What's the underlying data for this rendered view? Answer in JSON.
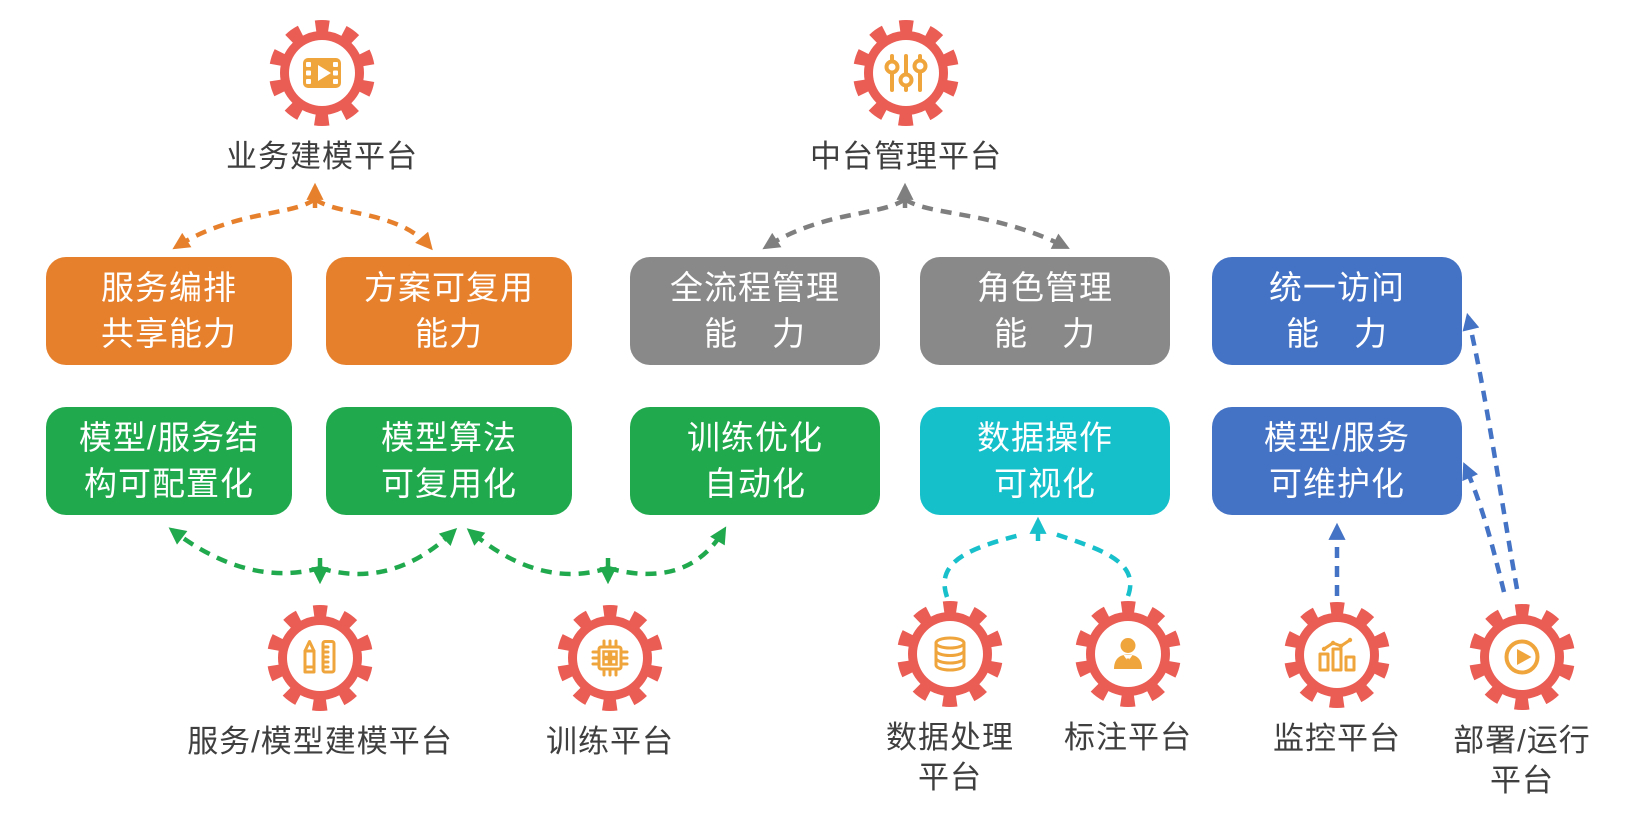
{
  "colors": {
    "box_orange": "#E7802D",
    "box_gray": "#898989",
    "box_blue": "#4472C4",
    "box_green": "#21A94E",
    "box_cyan": "#16C0CB",
    "gear_red": "#EA5D55",
    "icon_orange": "#F0A53C",
    "label_text": "#3F3F3F"
  },
  "platforms": [
    {
      "label": "业务建模平台",
      "icon": "film-icon"
    },
    {
      "label": "中台管理平台",
      "icon": "sliders-icon"
    },
    {
      "label": "服务/模型建模平台",
      "icon": "pencil-ruler-icon"
    },
    {
      "label": "训练平台",
      "icon": "chip-icon"
    },
    {
      "label": "数据处理\n平台",
      "icon": "database-icon"
    },
    {
      "label": "标注平台",
      "icon": "person-icon"
    },
    {
      "label": "监控平台",
      "icon": "bar-chart-icon"
    },
    {
      "label": "部署/运行\n平台",
      "icon": "play-icon"
    }
  ],
  "capabilities": [
    {
      "text": "服务编排\n共享能力",
      "color": "orange"
    },
    {
      "text": "方案可复用\n能力",
      "color": "orange"
    },
    {
      "text": "全流程管理\n能　力",
      "color": "gray"
    },
    {
      "text": "角色管理\n能　力",
      "color": "gray"
    },
    {
      "text": "统一访问\n能　力",
      "color": "blue"
    },
    {
      "text": "模型/服务结\n构可配置化",
      "color": "green"
    },
    {
      "text": "模型算法\n可复用化",
      "color": "green"
    },
    {
      "text": "训练优化\n自动化",
      "color": "green"
    },
    {
      "text": "数据操作\n可视化",
      "color": "cyan"
    },
    {
      "text": "模型/服务\n可维护化",
      "color": "blue"
    }
  ],
  "connections": [
    {
      "from": "业务建模平台",
      "to": "服务编排共享能力",
      "style": "orange-dashed",
      "direction": "both"
    },
    {
      "from": "业务建模平台",
      "to": "方案可复用能力",
      "style": "orange-dashed",
      "direction": "both"
    },
    {
      "from": "中台管理平台",
      "to": "全流程管理能力",
      "style": "gray-dashed",
      "direction": "both"
    },
    {
      "from": "中台管理平台",
      "to": "角色管理能力",
      "style": "gray-dashed",
      "direction": "both"
    },
    {
      "from": "服务/模型建模平台",
      "to": "模型/服务结构可配置化",
      "style": "green-dashed",
      "direction": "both"
    },
    {
      "from": "服务/模型建模平台",
      "to": "模型算法可复用化",
      "style": "green-dashed",
      "direction": "both"
    },
    {
      "from": "训练平台",
      "to": "模型算法可复用化",
      "style": "green-dashed",
      "direction": "both"
    },
    {
      "from": "训练平台",
      "to": "训练优化自动化",
      "style": "green-dashed",
      "direction": "both"
    },
    {
      "from": "数据处理平台",
      "to": "数据操作可视化",
      "style": "cyan-dashed",
      "direction": "to-capability"
    },
    {
      "from": "标注平台",
      "to": "数据操作可视化",
      "style": "cyan-dashed",
      "direction": "to-capability"
    },
    {
      "from": "监控平台",
      "to": "模型/服务可维护化",
      "style": "blue-dashed",
      "direction": "to-capability"
    },
    {
      "from": "部署/运行平台",
      "to": "模型/服务可维护化",
      "style": "blue-dashed",
      "direction": "to-capability"
    },
    {
      "from": "部署/运行平台",
      "to": "统一访问能力",
      "style": "blue-dashed",
      "direction": "to-capability"
    }
  ]
}
